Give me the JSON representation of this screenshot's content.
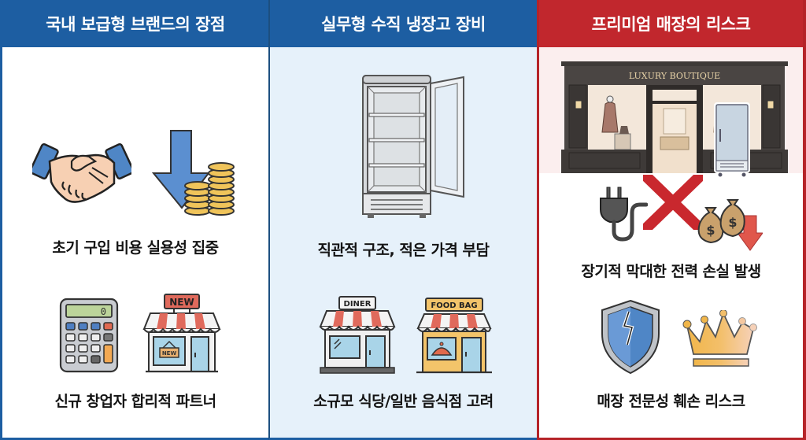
{
  "columns": [
    {
      "title": "국내 보급형 브랜드의 장점",
      "header_color": "#1d5ea2",
      "body_color": "#ffffff",
      "items": [
        {
          "caption": "초기 구입 비용 실용성 집중",
          "icons": [
            "handshake-icon",
            "down-arrow-coins-icon"
          ]
        },
        {
          "caption": "신규 창업자 합리적 파트너",
          "icons": [
            "calculator-icon",
            "new-store-icon"
          ],
          "calculator_display": "0",
          "store_sign": "NEW",
          "door_sign": "NEW"
        }
      ]
    },
    {
      "title": "실무형 수직 냉장고 장비",
      "header_color": "#1d5ea2",
      "body_color": "#e6f1fa",
      "items": [
        {
          "caption": "직관적 구조, 적은 가격 부담",
          "icons": [
            "upright-fridge-icon"
          ]
        },
        {
          "caption": "소규모 식당/일반 음식점 고려",
          "icons": [
            "diner-store-icon",
            "food-bag-store-icon"
          ],
          "store_signs": [
            "DINER",
            "FOOD BAG"
          ]
        }
      ]
    },
    {
      "title": "프리미엄 매장의 리스크",
      "header_color": "#c1272d",
      "body_color": "#ffffff",
      "items": [
        {
          "caption": "장기적 막대한 전력 손실 발생",
          "icons": [
            "luxury-boutique-image",
            "power-plug-icon",
            "red-x-icon",
            "money-bags-down-icon"
          ],
          "boutique_sign": "LUXURY BOUTIQUE"
        },
        {
          "caption": "매장 전문성 훼손 리스크",
          "icons": [
            "cracked-shield-icon",
            "fading-crown-icon"
          ]
        }
      ]
    }
  ]
}
